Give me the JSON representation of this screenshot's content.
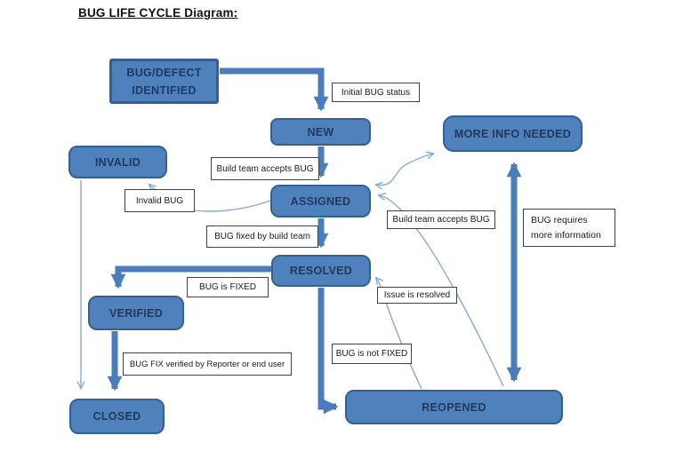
{
  "title": "BUG LIFE CYCLE Diagram:",
  "nodes": {
    "bug_defect": {
      "line1": "BUG/DEFECT",
      "line2": "IDENTIFIED"
    },
    "new_state": {
      "label": "NEW"
    },
    "more_info": {
      "label": "MORE INFO NEEDED"
    },
    "invalid": {
      "label": "INVALID"
    },
    "assigned": {
      "label": "ASSIGNED"
    },
    "resolved": {
      "label": "RESOLVED"
    },
    "verified": {
      "label": "VERIFIED"
    },
    "closed": {
      "label": "CLOSED"
    },
    "reopened": {
      "label": "REOPENED"
    }
  },
  "edge_labels": {
    "initial_bug_status": "Initial BUG status",
    "build_team_accepts_left": "Build team accepts BUG",
    "invalid_bug": "Invalid BUG",
    "bug_fixed_by_build_team": "BUG fixed by build team",
    "build_team_accepts_right": "Build team accepts BUG",
    "bug_requires": {
      "line1": "BUG requires",
      "line2": "more information"
    },
    "bug_is_fixed": "BUG is FIXED",
    "issue_is_resolved": "Issue is resolved",
    "bug_is_not_fixed": "BUG is not FIXED",
    "bug_fix_verified": "BUG FIX verified by Reporter or end user"
  },
  "colors": {
    "background": "#ffffff",
    "node_fill": "#4f81bd",
    "node_border": "#365f91",
    "node_text": "#1f3a60",
    "thick_arrow": "#4a7dba",
    "thin_arrow": "#85aad4",
    "label_border": "#404040",
    "label_text": "#1a1a1a"
  }
}
